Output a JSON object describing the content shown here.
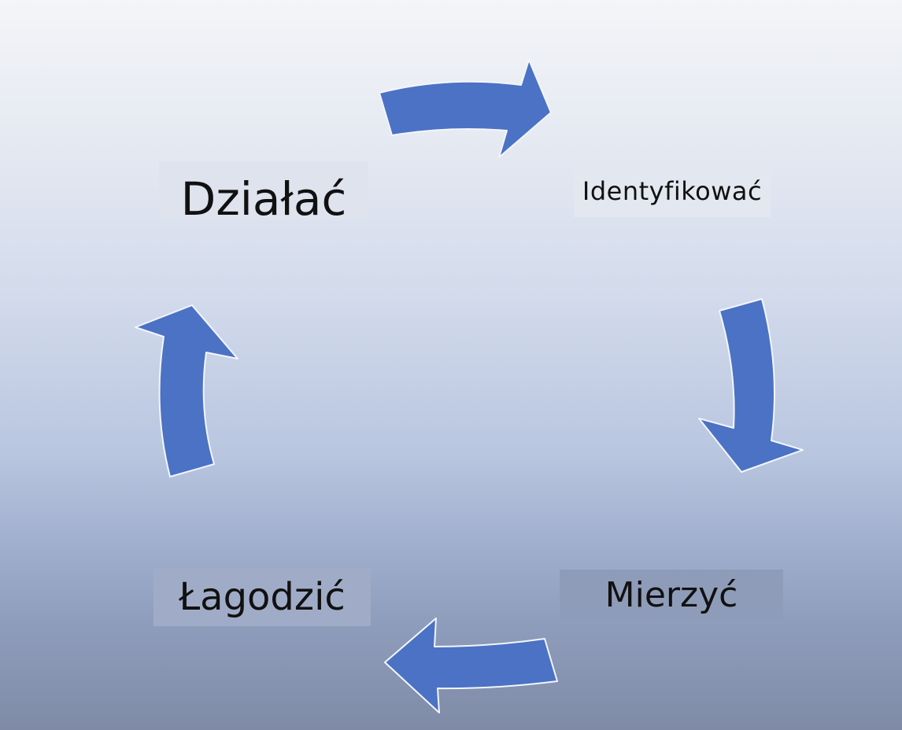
{
  "diagram": {
    "type": "cycle",
    "steps": [
      {
        "id": "act",
        "label": "Działać"
      },
      {
        "id": "identify",
        "label": "Identyfikować"
      },
      {
        "id": "measure",
        "label": "Mierzyć"
      },
      {
        "id": "mitigate",
        "label": "Łagodzić"
      }
    ],
    "flow": [
      "act",
      "identify",
      "measure",
      "mitigate",
      "act"
    ],
    "colors": {
      "arrow_fill": "#4b72c4",
      "arrow_outline": "#f2f5fb"
    }
  }
}
